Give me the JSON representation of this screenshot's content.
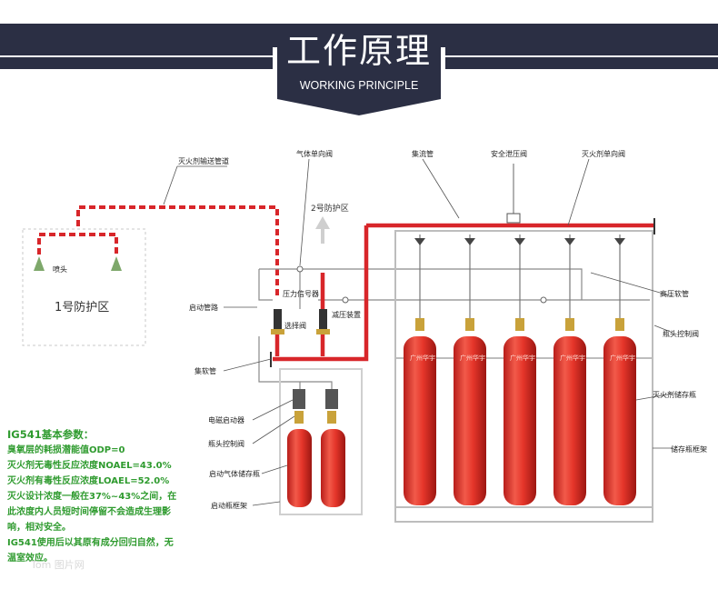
{
  "header": {
    "title": "工作原理",
    "subtitle": "WORKING PRINCIPLE"
  },
  "diagram": {
    "labels": {
      "pipeline": "灭火剂输送管道",
      "gas_check_valve": "气体单向阀",
      "manifold": "集流管",
      "safety_valve": "安全泄压阀",
      "agent_check_valve": "灭火剂单向阀",
      "zone2": "2号防护区",
      "nozzle": "喷头",
      "zone1": "1号防护区",
      "start_pipe": "启动管路",
      "pressure_switch": "压力信号器",
      "selector_valve": "选择阀",
      "reducer": "减压装置",
      "hp_hose": "高压软管",
      "cyl_valve_right": "瓶头控制阀",
      "collector_hose": "集软管",
      "solenoid": "电磁启动器",
      "cyl_valve_left": "瓶头控制阀",
      "agent_cylinder": "灭火剂储存瓶",
      "start_cylinder": "启动气体储存瓶",
      "storage_rack": "储存瓶框架",
      "start_rack": "启动瓶框架",
      "cylinder_brand": "广州华宇"
    }
  },
  "params": {
    "heading": "IG541基本参数：",
    "lines": [
      "臭氧层的耗损潜能值ODP=0",
      "灭火剂无毒性反应浓度NOAEL=43.0%",
      "灭火剂有毒性反应浓度LOAEL=52.0%",
      "灭火设计浓度一般在37%~43%之间，在",
      "此浓度内人员短时间停留不会造成生理影",
      "响，相对安全。",
      "IG541使用后以其原有成分回归自然，无",
      "温室效应。"
    ]
  },
  "watermark": "Tom 图片网",
  "colors": {
    "banner": "#2b2f44",
    "pipe_red": "#d8262a",
    "cylinder_red": "#e5352a",
    "text_green": "#2f9b2f"
  }
}
